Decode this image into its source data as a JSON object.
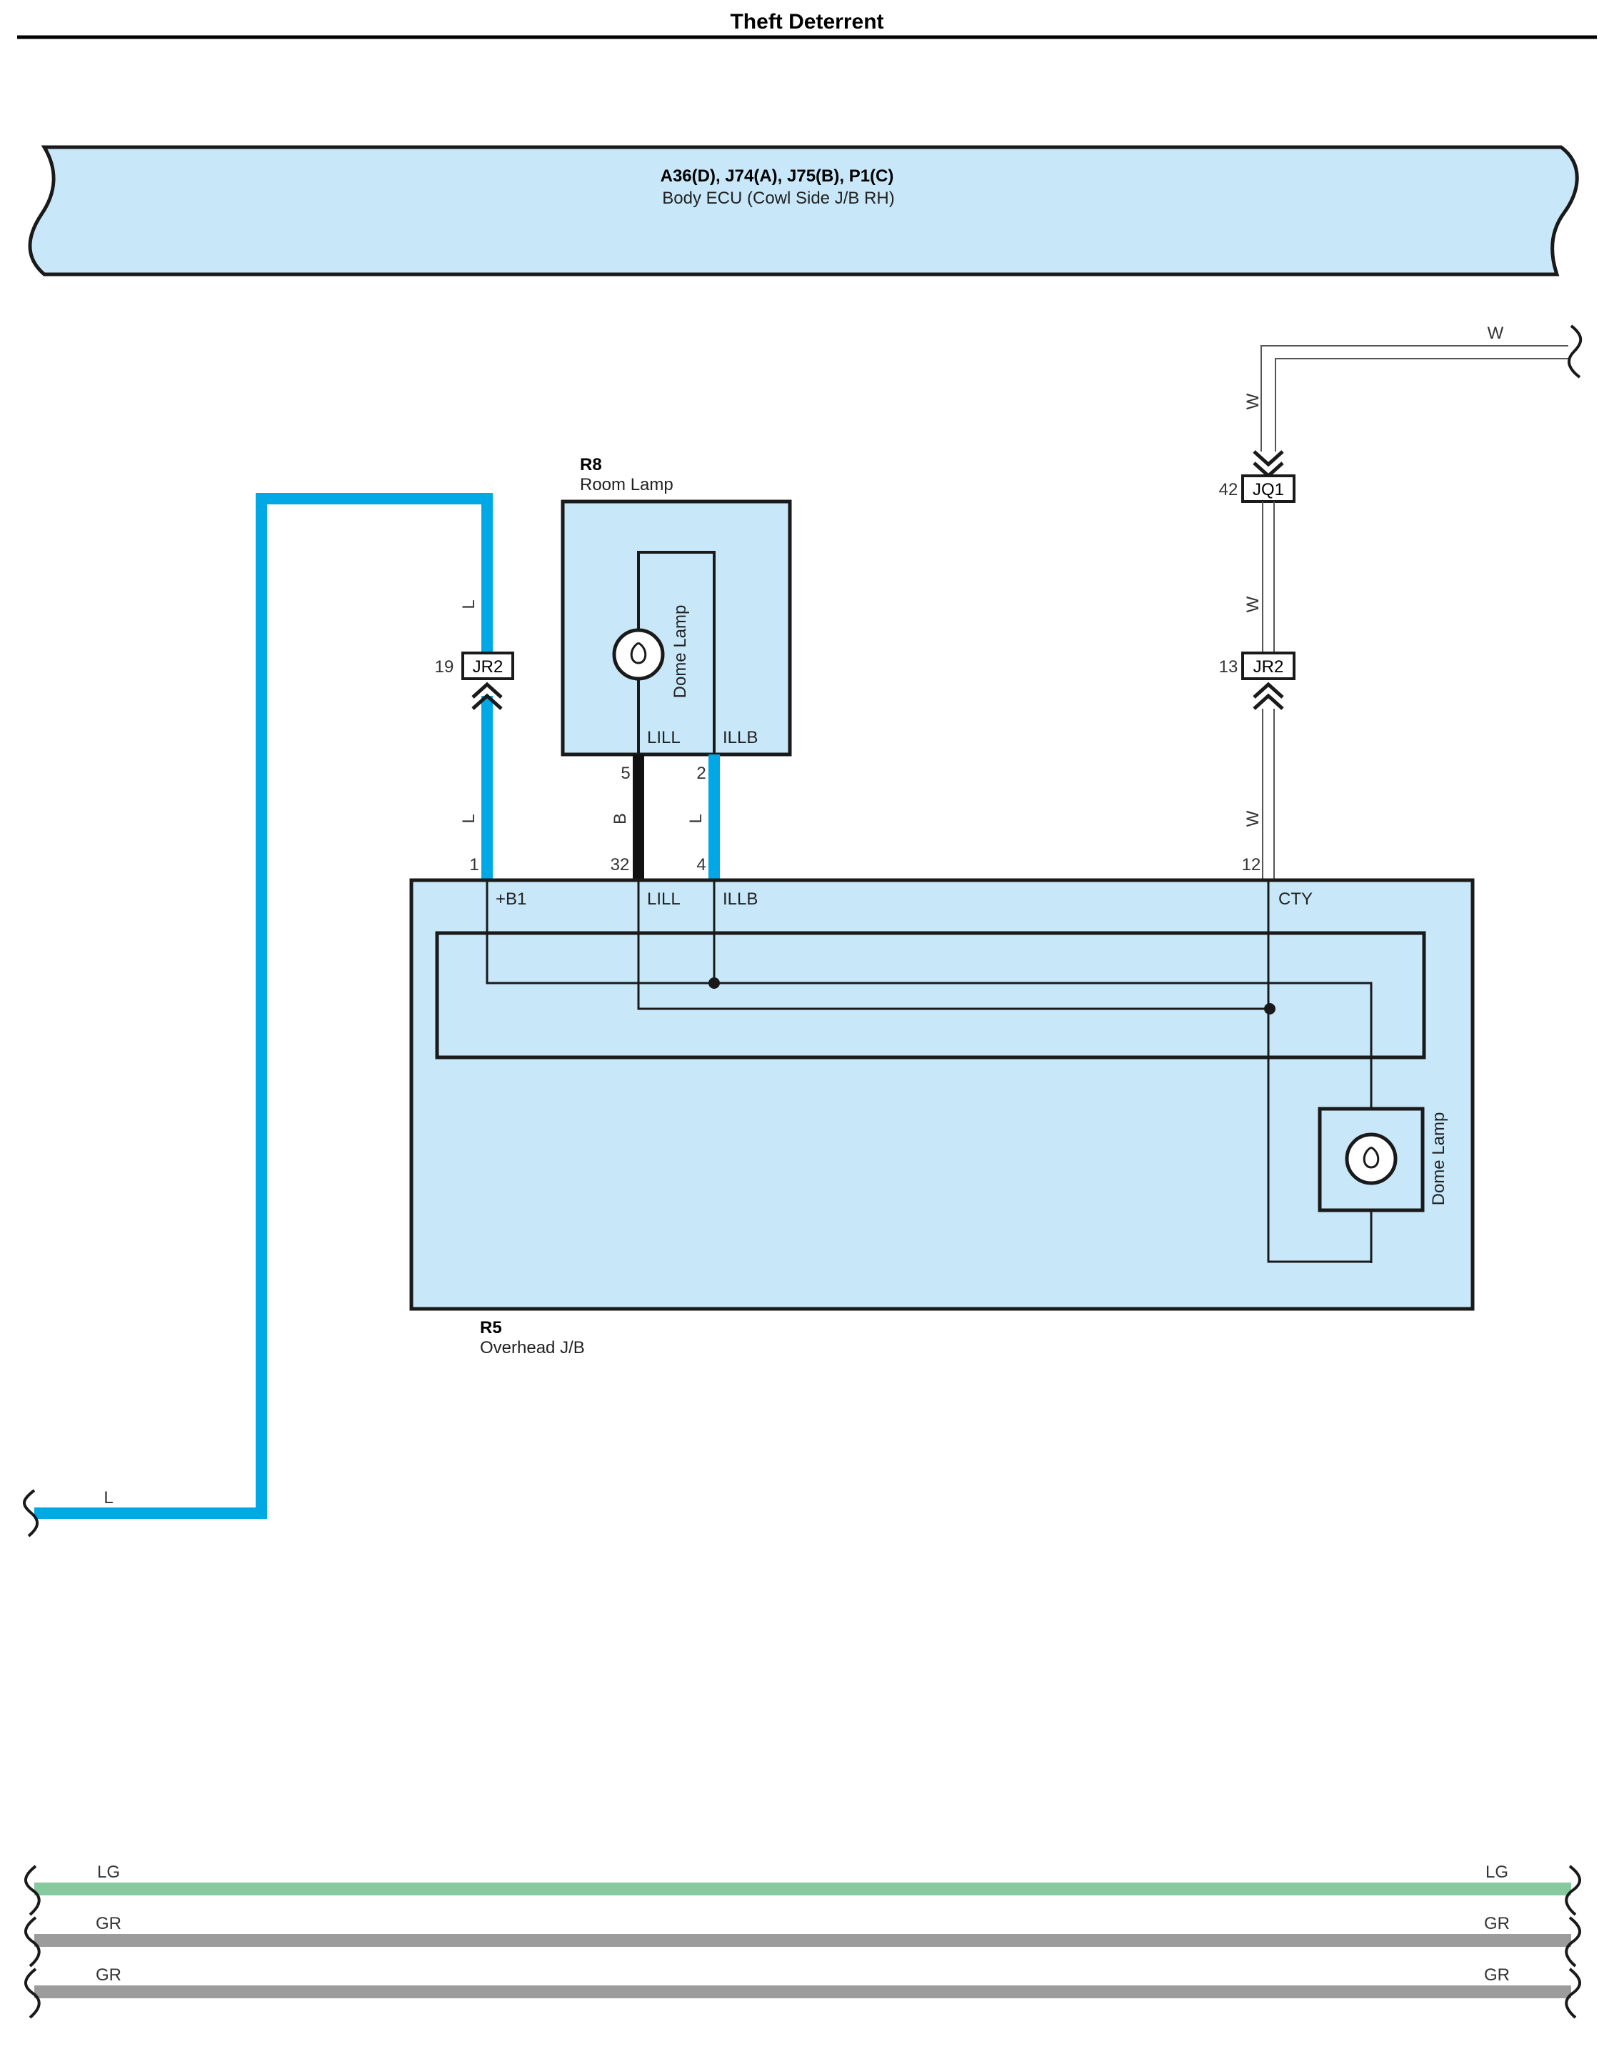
{
  "header": {
    "title": "Theft Deterrent"
  },
  "colors": {
    "box_fill": "#c8e8fa",
    "wire_L": "#00a8e6",
    "wire_B": "#111111",
    "wire_LG": "#86c99e",
    "wire_GR": "#9c9c9c",
    "line": "#1a1a1a"
  },
  "body_ecu": {
    "codes": "A36(D), J74(A), J75(B), P1(C)",
    "name": "Body ECU (Cowl Side J/B RH)"
  },
  "room_lamp": {
    "code": "R8",
    "name": "Room Lamp",
    "lamp_label": "Dome Lamp",
    "terminals": [
      "LILL",
      "ILLB"
    ],
    "pins": [
      "5",
      "2"
    ]
  },
  "overhead_jb": {
    "code": "R5",
    "name": "Overhead J/B",
    "lamp_label": "Dome Lamp",
    "terminals": [
      "+B1",
      "LILL",
      "ILLB",
      "CTY"
    ],
    "pins": [
      "1",
      "32",
      "4",
      "12"
    ]
  },
  "connectors": [
    {
      "name": "JR2",
      "pin": "19"
    },
    {
      "name": "JQ1",
      "pin": "42"
    },
    {
      "name": "JR2",
      "pin": "13"
    }
  ],
  "wire_colors": {
    "l_top": "L",
    "l_mid": "L",
    "b_mid": "B",
    "l_mid2": "L",
    "l_bottom": "L",
    "w_top_h": "W",
    "w_top_v": "W",
    "w_mid": "W",
    "w_low": "W"
  },
  "bottom_wires": [
    {
      "left": "LG",
      "right": "LG"
    },
    {
      "left": "GR",
      "right": "GR"
    },
    {
      "left": "GR",
      "right": "GR"
    }
  ]
}
